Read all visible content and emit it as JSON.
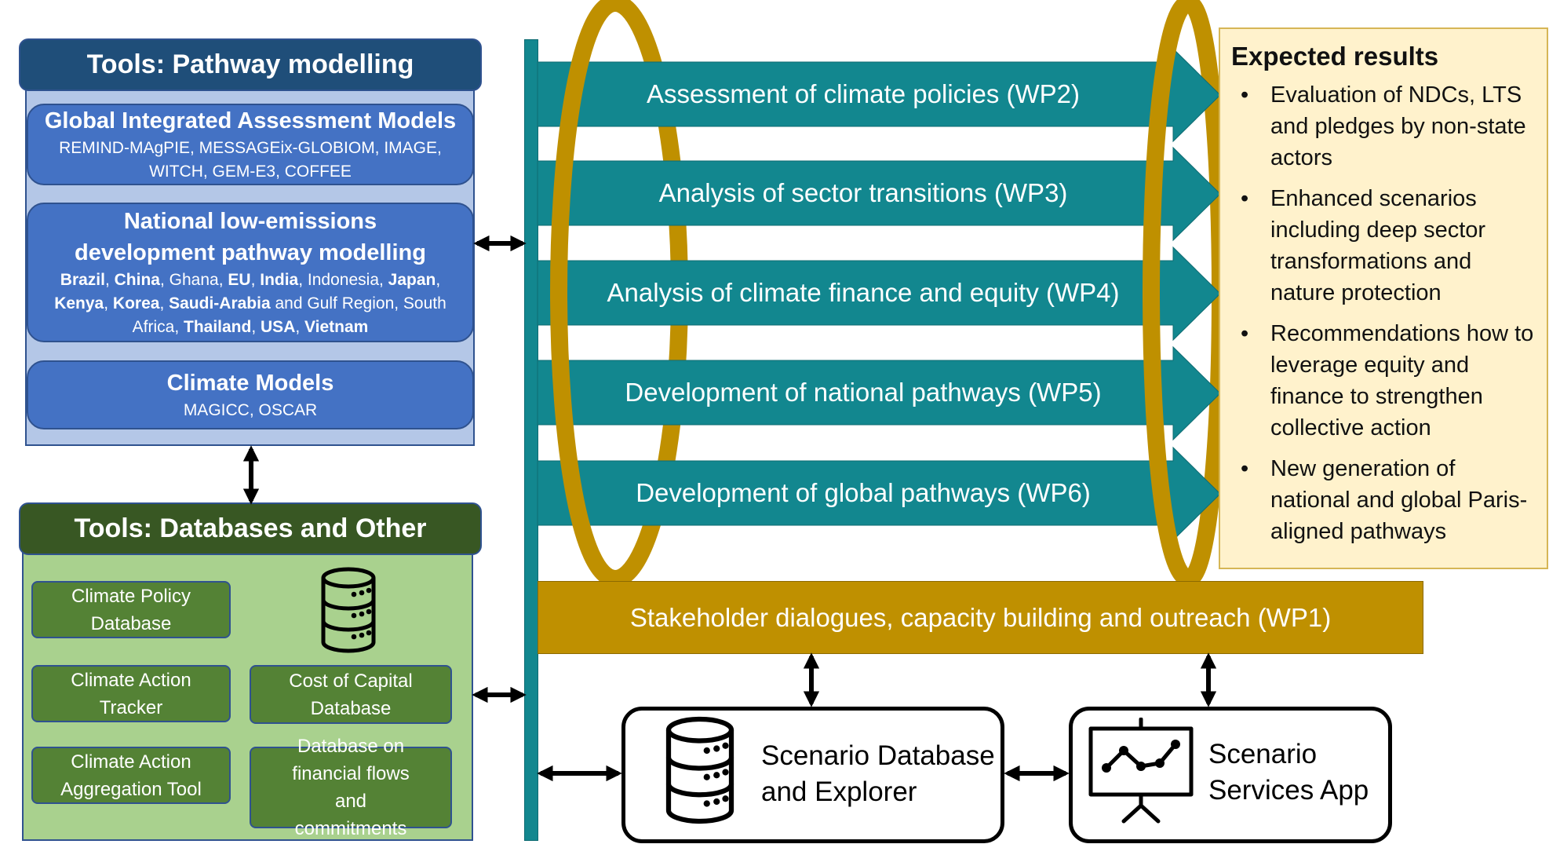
{
  "pathway_modelling": {
    "header": "Tools: Pathway modelling",
    "global_iam": {
      "title": "Global Integrated Assessment Models",
      "line1": "REMIND-MAgPIE,  MESSAGEix-GLOBIOM, IMAGE,",
      "line2": "WITCH, GEM-E3, COFFEE"
    },
    "national": {
      "title_line1": "National low-emissions",
      "title_line2": "development pathway modelling",
      "countries": [
        {
          "text": "Brazil",
          "bold": true
        },
        {
          "text": ", ",
          "bold": false
        },
        {
          "text": "China",
          "bold": true
        },
        {
          "text": ", Ghana, ",
          "bold": false
        },
        {
          "text": "EU",
          "bold": true
        },
        {
          "text": ", ",
          "bold": false
        },
        {
          "text": "India",
          "bold": true
        },
        {
          "text": ", Indonesia, ",
          "bold": false
        },
        {
          "text": "Japan",
          "bold": true
        },
        {
          "text": ", ",
          "bold": false
        },
        {
          "text": "Kenya",
          "bold": true
        },
        {
          "text": ", ",
          "bold": false
        },
        {
          "text": "Korea",
          "bold": true
        },
        {
          "text": ", ",
          "bold": false
        },
        {
          "text": "Saudi-Arabia",
          "bold": true
        },
        {
          "text": " and Gulf Region, South Africa, ",
          "bold": false
        },
        {
          "text": "Thailand",
          "bold": true
        },
        {
          "text": ",  ",
          "bold": false
        },
        {
          "text": "USA",
          "bold": true
        },
        {
          "text": ", ",
          "bold": false
        },
        {
          "text": "Vietnam",
          "bold": true
        }
      ]
    },
    "climate_models": {
      "title": "Climate Models",
      "line": "MAGICC, OSCAR"
    }
  },
  "databases": {
    "header": "Tools: Databases and Other",
    "climate_policy_db": "Climate Policy Database",
    "climate_action_tracker": "Climate Action Tracker",
    "cost_of_capital_db": "Cost of Capital Database",
    "aggregation_tool": "Climate Action Aggregation Tool",
    "financial_flows_db": "Database on financial flows and commitments"
  },
  "work_packages": [
    "Assessment of climate policies (WP2)",
    "Analysis of sector transitions (WP3)",
    "Analysis of climate finance and equity (WP4)",
    "Development of national pathways (WP5)",
    "Development of global pathways (WP6)"
  ],
  "wp1": "Stakeholder dialogues, capacity building and outreach (WP1)",
  "expected_results": {
    "title": "Expected results",
    "items": [
      "Evaluation of NDCs, LTS and pledges by non-state actors",
      "Enhanced scenarios including deep sector transformations and nature protection",
      "Recommendations  how to leverage equity and finance to strengthen collective action",
      "New generation of national and global Paris-aligned pathways"
    ],
    "bullet": "•"
  },
  "scenario_db": {
    "line1": "Scenario Database",
    "line2": "and Explorer"
  },
  "scenario_app": {
    "line1": "Scenario",
    "line2": "Services App"
  },
  "colors": {
    "teal": "#12878f",
    "gold": "#bf9000",
    "navy": "#1f4e79",
    "blue": "#4472c4",
    "dark_green": "#385723",
    "green": "#548235",
    "light_green": "#a9d18e",
    "light_blue": "#b4c7e7",
    "cream": "#fff2cc"
  }
}
